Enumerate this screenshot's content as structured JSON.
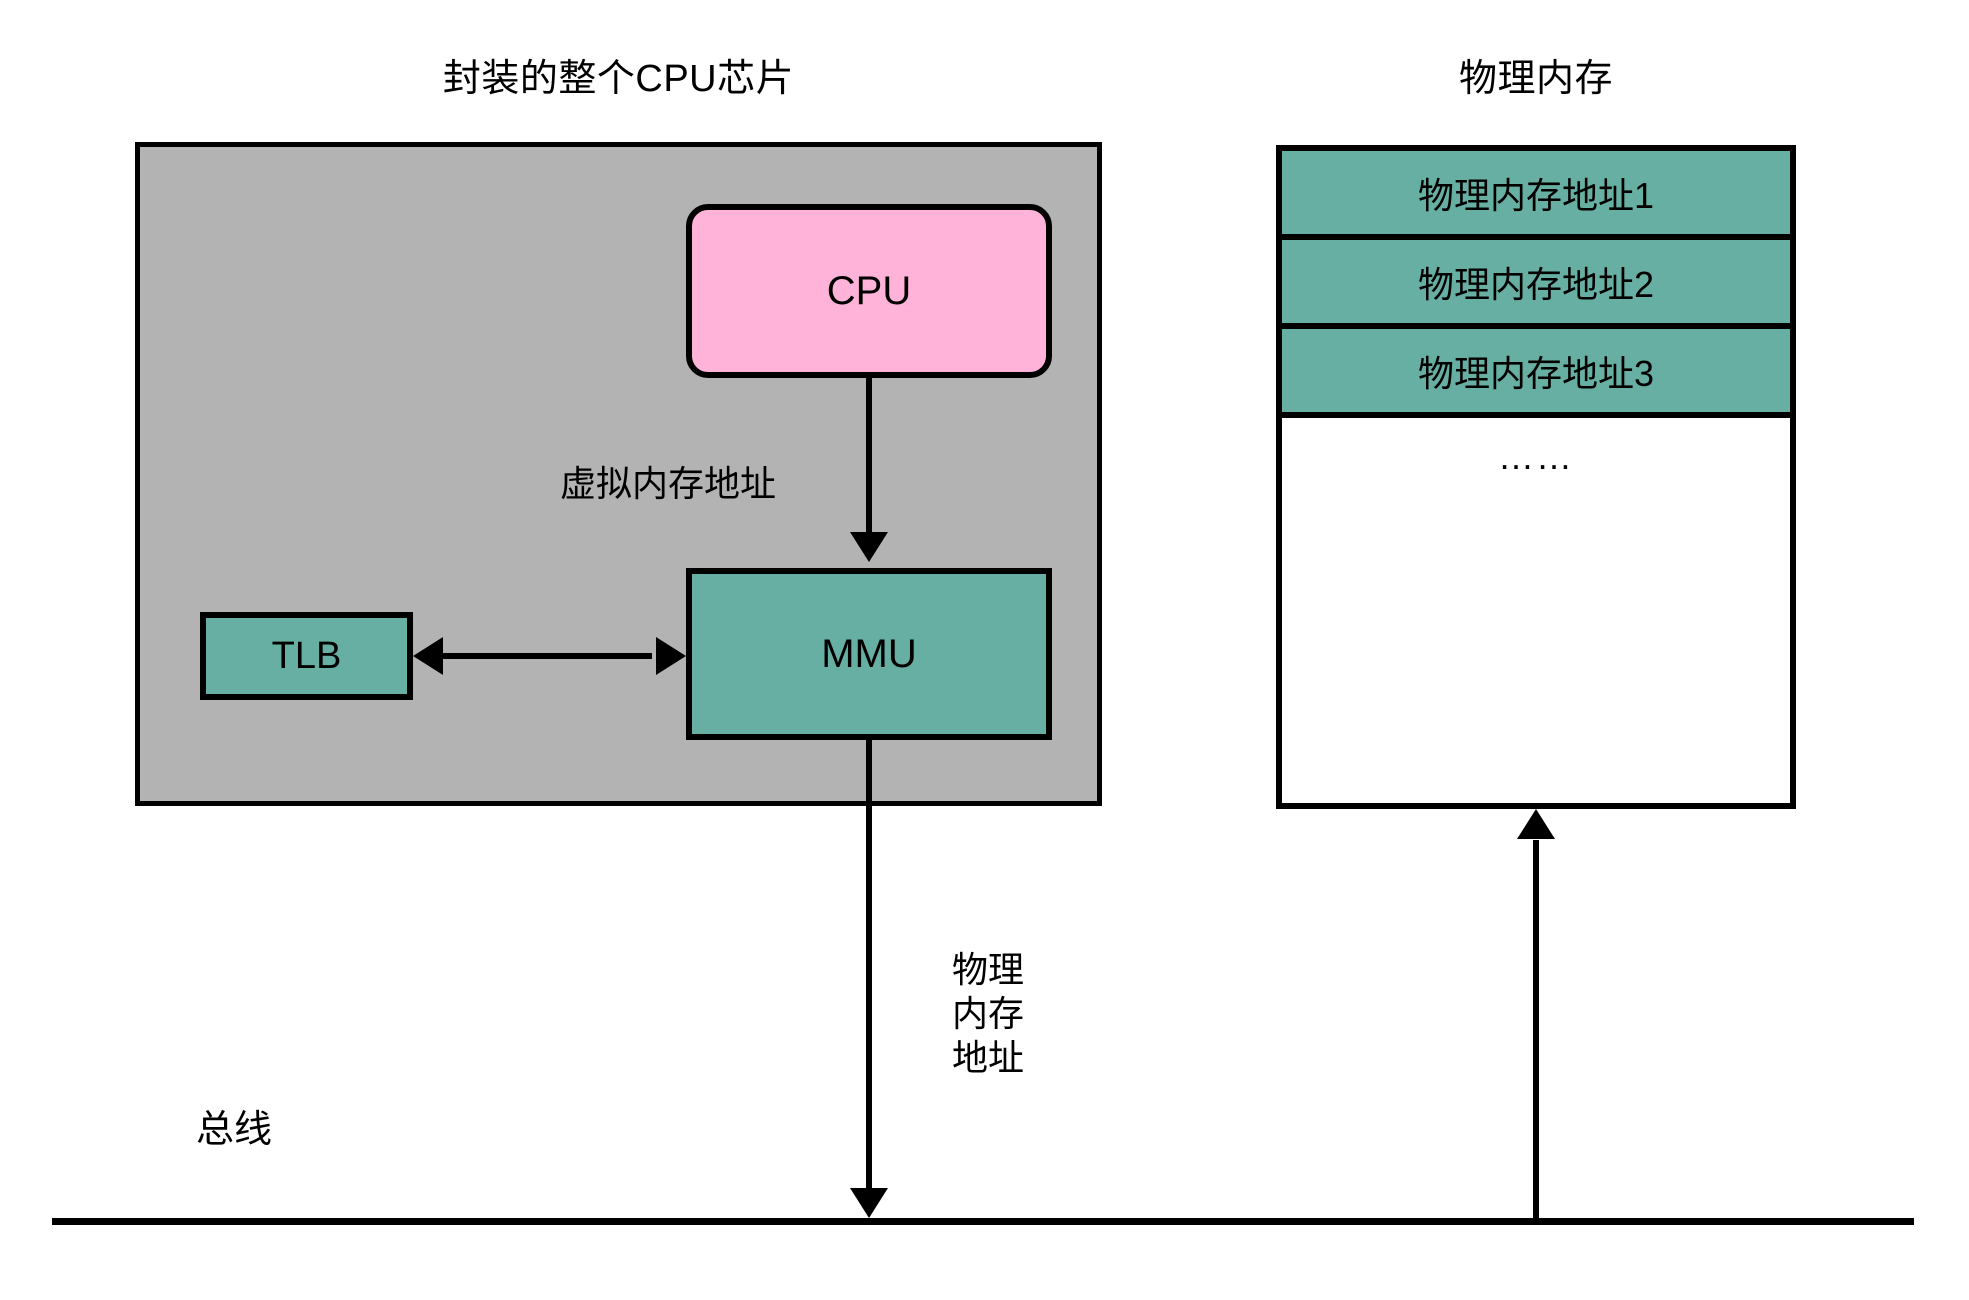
{
  "titles": {
    "chip": "封装的整个CPU芯片",
    "memory": "物理内存"
  },
  "chip": {
    "cpu_label": "CPU",
    "mmu_label": "MMU",
    "tlb_label": "TLB",
    "virtual_address_label": "虚拟内存地址",
    "physical_address_label": "物理\n内存\n地址",
    "physical_address_lines": [
      "物理",
      "内存",
      "地址"
    ]
  },
  "memory": {
    "rows": [
      {
        "label": "物理内存地址1"
      },
      {
        "label": "物理内存地址2"
      },
      {
        "label": "物理内存地址3"
      }
    ],
    "ellipsis": "……"
  },
  "bus": {
    "label": "总线"
  },
  "colors": {
    "chip_package": "#b3b3b3",
    "cpu": "#ffb3d9",
    "mmu_tlb_memory": "#66afa2",
    "stroke": "#000000",
    "background": "#ffffff"
  }
}
